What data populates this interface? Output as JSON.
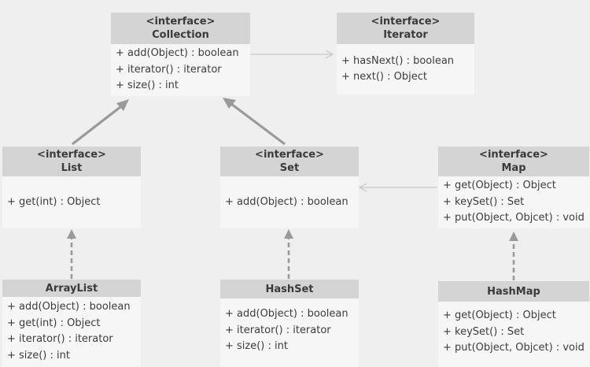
{
  "boxes": {
    "collection": {
      "stereotype": "<interface>",
      "name": "Collection",
      "methods": [
        "+ add(Object) : boolean",
        "+ iterator() : iterator",
        "+ size() : int"
      ]
    },
    "iterator": {
      "stereotype": "<interface>",
      "name": "Iterator",
      "methods": [
        "+ hasNext() : boolean",
        "+ next() : Object"
      ]
    },
    "list": {
      "stereotype": "<interface>",
      "name": "List",
      "methods": [
        "+ get(int) : Object"
      ]
    },
    "set": {
      "stereotype": "<interface>",
      "name": "Set",
      "methods": [
        "+ add(Object) : boolean"
      ]
    },
    "map": {
      "stereotype": "<interface>",
      "name": "Map",
      "methods": [
        "+ get(Object) : Object",
        "+ keySet() : Set",
        "+ put(Object, Objcet) : void"
      ]
    },
    "arraylist": {
      "name": "ArrayList",
      "methods": [
        "+ add(Object) : boolean",
        "+ get(int) : Object",
        "+ iterator() : iterator",
        "+ size() : int"
      ]
    },
    "hashset": {
      "name": "HashSet",
      "methods": [
        "+ add(Object) : boolean",
        "+ iterator() : iterator",
        "+ size() : int"
      ]
    },
    "hashmap": {
      "name": "HashMap",
      "methods": [
        "+ get(Object) : Object",
        "+ keySet() : Set",
        "+ put(Object, Objcet) : void"
      ]
    }
  }
}
